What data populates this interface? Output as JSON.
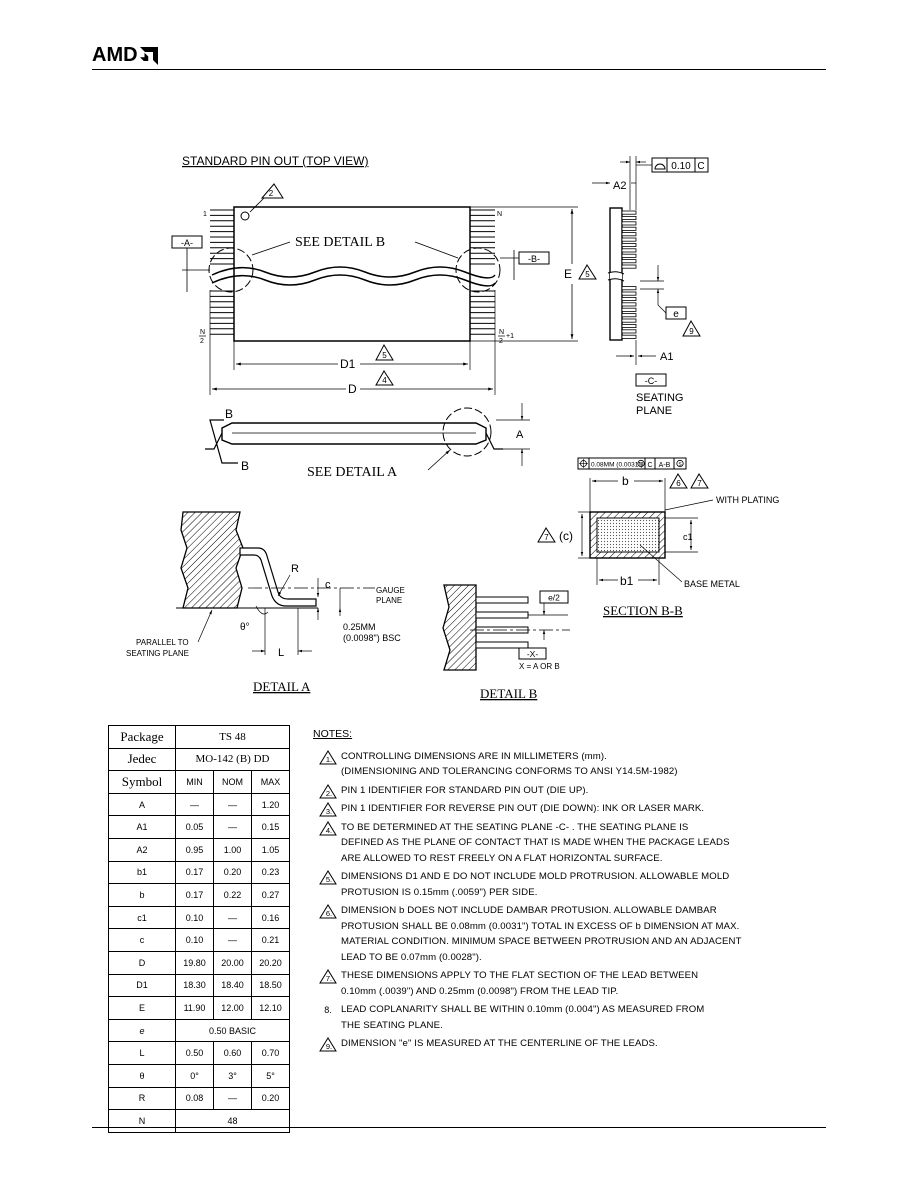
{
  "header": {
    "logo_text": "AMD"
  },
  "drawing": {
    "top_view_title": "STANDARD PIN OUT (TOP VIEW)",
    "pin_1": "1",
    "pin_n": "N",
    "pin_n2_top": "N",
    "pin_n2_bot": "2",
    "pin_n2p1": "+1",
    "see_detail_b": "SEE DETAIL B",
    "see_detail_a": "SEE DETAIL A",
    "datum_a": "-A-",
    "datum_b": "-B-",
    "datum_c": "-C-",
    "dim_d1": "D1",
    "dim_d": "D",
    "dim_e": "E",
    "dim_a": "A",
    "dim_a1": "A1",
    "dim_a2": "A2",
    "dim_e_lead": "e",
    "seating_plane_1": "SEATING",
    "seating_plane_2": "PLANE",
    "flatness_value": "0.10",
    "flatness_ref": "C",
    "section_b": "B",
    "note_2": "2",
    "note_4": "4",
    "note_5": "5",
    "note_6": "6",
    "note_7": "7",
    "note_9": "9",
    "section_title": "SECTION B-B",
    "tolerance_frame": "0.08MM (0.0031\")",
    "tolerance_m": "M",
    "tolerance_c": "C",
    "tolerance_ab": "A-B",
    "tolerance_s": "S",
    "dim_b": "b",
    "dim_b1": "b1",
    "dim_c": "(c)",
    "dim_c1": "c1",
    "with_plating": "WITH PLATING",
    "base_metal": "BASE METAL",
    "detail_a_title": "DETAIL A",
    "detail_b_title": "DETAIL B",
    "dim_r": "R",
    "dim_c_small": "c",
    "gauge_plane_1": "GAUGE",
    "gauge_plane_2": "PLANE",
    "theta": "θ°",
    "dim_l": "L",
    "gauge_dist_1": "0.25MM",
    "gauge_dist_2": "(0.0098\") BSC",
    "parallel_1": "PARALLEL TO",
    "parallel_2": "SEATING PLANE",
    "e_half": "e/2",
    "datum_x": "-X-",
    "x_def": "X = A OR B"
  },
  "table": {
    "package_label": "Package",
    "package_value": "TS 48",
    "jedec_label": "Jedec",
    "jedec_value": "MO-142 (B) DD",
    "symbol_label": "Symbol",
    "col_min": "MIN",
    "col_nom": "NOM",
    "col_max": "MAX",
    "rows": [
      {
        "sym": "A",
        "min": "—",
        "nom": "—",
        "max": "1.20"
      },
      {
        "sym": "A1",
        "min": "0.05",
        "nom": "—",
        "max": "0.15"
      },
      {
        "sym": "A2",
        "min": "0.95",
        "nom": "1.00",
        "max": "1.05"
      },
      {
        "sym": "b1",
        "min": "0.17",
        "nom": "0.20",
        "max": "0.23"
      },
      {
        "sym": "b",
        "min": "0.17",
        "nom": "0.22",
        "max": "0.27"
      },
      {
        "sym": "c1",
        "min": "0.10",
        "nom": "—",
        "max": "0.16"
      },
      {
        "sym": "c",
        "min": "0.10",
        "nom": "—",
        "max": "0.21"
      },
      {
        "sym": "D",
        "min": "19.80",
        "nom": "20.00",
        "max": "20.20"
      },
      {
        "sym": "D1",
        "min": "18.30",
        "nom": "18.40",
        "max": "18.50"
      },
      {
        "sym": "E",
        "min": "11.90",
        "nom": "12.00",
        "max": "12.10"
      }
    ],
    "e_sym": "e",
    "e_value": "0.50 BASIC",
    "rows2": [
      {
        "sym": "L",
        "min": "0.50",
        "nom": "0.60",
        "max": "0.70"
      },
      {
        "sym": "θ",
        "min": "0°",
        "nom": "3°",
        "max": "5°"
      },
      {
        "sym": "R",
        "min": "0.08",
        "nom": "—",
        "max": "0.20"
      }
    ],
    "n_sym": "N",
    "n_value": "48"
  },
  "notes": {
    "title": "NOTES:",
    "items": [
      {
        "num": "1.",
        "lines": [
          "CONTROLLING DIMENSIONS ARE IN MILLIMETERS (mm).",
          "(DIMENSIONING AND TOLERANCING CONFORMS TO ANSI Y14.5M-1982)"
        ]
      },
      {
        "num": "2.",
        "lines": [
          "PIN 1 IDENTIFIER FOR STANDARD PIN OUT (DIE UP)."
        ]
      },
      {
        "num": "3.",
        "lines": [
          "PIN 1 IDENTIFIER FOR REVERSE PIN OUT (DIE DOWN): INK OR LASER MARK."
        ]
      },
      {
        "num": "4.",
        "lines": [
          "TO BE DETERMINED AT THE SEATING PLANE  -C- . THE SEATING PLANE IS",
          "DEFINED AS THE PLANE OF CONTACT THAT IS MADE WHEN THE PACKAGE LEADS",
          "ARE ALLOWED TO REST FREELY ON A FLAT HORIZONTAL SURFACE."
        ]
      },
      {
        "num": "5.",
        "lines": [
          "DIMENSIONS D1 AND E DO NOT INCLUDE MOLD PROTRUSION. ALLOWABLE MOLD",
          "PROTUSION IS 0.15mm (.0059\") PER SIDE."
        ]
      },
      {
        "num": "6.",
        "lines": [
          "DIMENSION b DOES NOT INCLUDE DAMBAR PROTUSION. ALLOWABLE DAMBAR",
          "PROTUSION SHALL BE 0.08mm (0.0031\") TOTAL IN EXCESS OF b DIMENSION AT MAX.",
          "MATERIAL CONDITION. MINIMUM SPACE BETWEEN PROTRUSION AND AN ADJACENT",
          "LEAD TO BE 0.07mm (0.0028\")."
        ]
      },
      {
        "num": "7.",
        "lines": [
          "THESE DIMENSIONS APPLY TO THE FLAT SECTION OF THE LEAD BETWEEN",
          "0.10mm (.0039\") AND 0.25mm (0.0098\") FROM THE LEAD TIP."
        ]
      },
      {
        "num": "8.",
        "lines": [
          "LEAD COPLANARITY SHALL BE WITHIN 0.10mm (0.004\") AS MEASURED FROM",
          "THE SEATING PLANE."
        ]
      },
      {
        "num": "9.",
        "lines": [
          "DIMENSION \"e\" IS MEASURED AT THE CENTERLINE OF THE LEADS."
        ]
      }
    ]
  }
}
